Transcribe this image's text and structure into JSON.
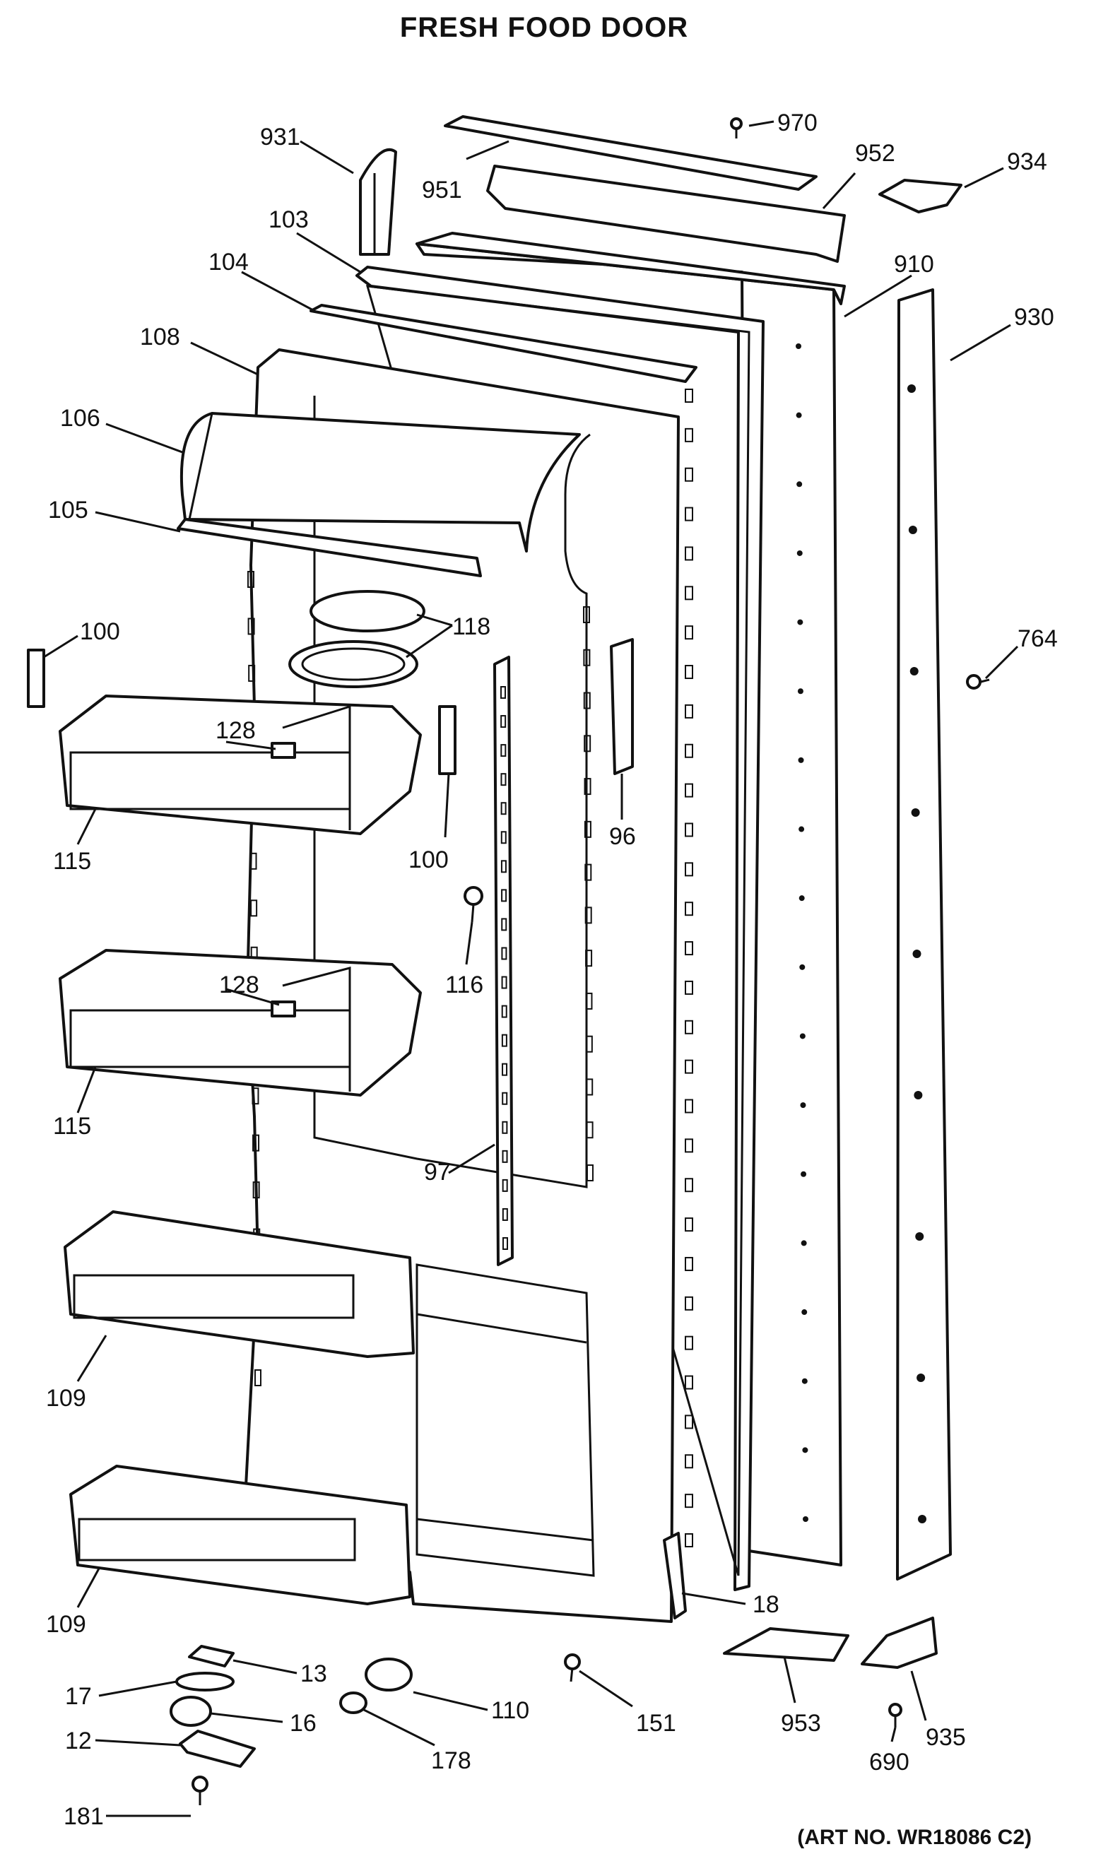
{
  "title": "FRESH FOOD DOOR",
  "art_number": "(ART NO. WR18086 C2)",
  "callouts": {
    "c931": "931",
    "c951": "951",
    "c970": "970",
    "c952": "952",
    "c934": "934",
    "c103": "103",
    "c104": "104",
    "c910": "910",
    "c930": "930",
    "c108": "108",
    "c106": "106",
    "c105": "105",
    "c118": "118",
    "c100a": "100",
    "c100b": "100",
    "c128a": "128",
    "c128b": "128",
    "c115a": "115",
    "c115b": "115",
    "c96": "96",
    "c764": "764",
    "c116": "116",
    "c97": "97",
    "c109a": "109",
    "c109b": "109",
    "c18": "18",
    "c13": "13",
    "c17": "17",
    "c16": "16",
    "c12": "12",
    "c181": "181",
    "c110": "110",
    "c178": "178",
    "c151": "151",
    "c953": "953",
    "c935": "935",
    "c690": "690"
  }
}
